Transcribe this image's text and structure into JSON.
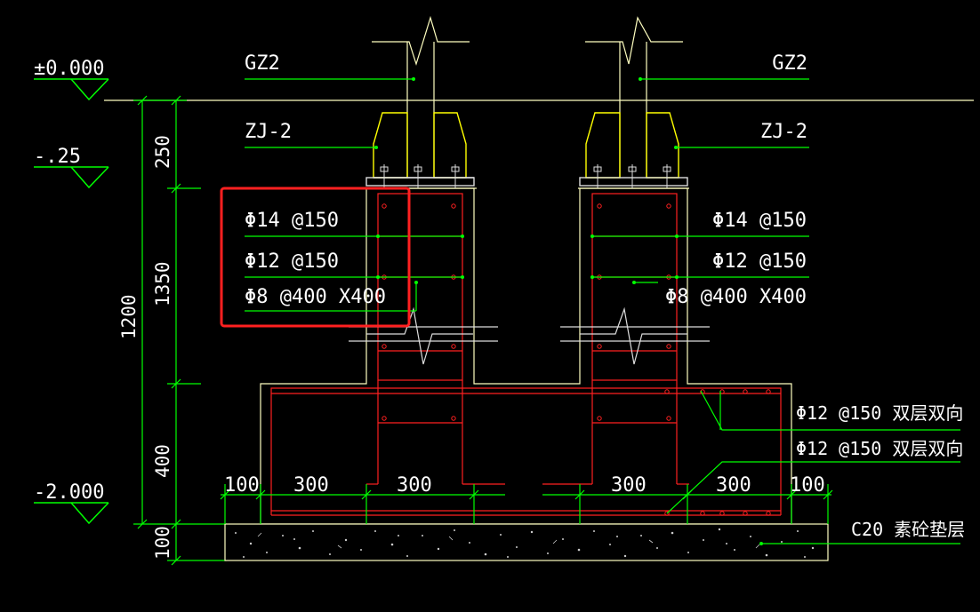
{
  "levels": {
    "top": "±0.000",
    "mid": "-.25",
    "bottom": "-2.000"
  },
  "members": {
    "column_left": "GZ2",
    "column_right": "GZ2",
    "joint_left": "ZJ-2",
    "joint_right": "ZJ-2"
  },
  "rebar_labels": {
    "left": [
      "Φ14 @150",
      "Φ12 @150",
      "Φ8 @400 X400"
    ],
    "right": [
      "Φ14 @150",
      "Φ12 @150",
      "Φ8 @400 X400"
    ],
    "base_top": "Φ12 @150 双层双向",
    "base_bottom": "Φ12 @150 双层双向",
    "cushion": "C20 素砼垫层"
  },
  "dimensions": {
    "vertical_total": "1200",
    "vertical_parts": [
      "250",
      "1350",
      "400",
      "100"
    ],
    "horizontal": [
      "100",
      "300",
      "300",
      "300",
      "300",
      "100"
    ]
  },
  "colors": {
    "background": "#000000",
    "outline": "#ffffc0",
    "leader": "#00ff00",
    "rebar": "#ff0000",
    "plate": "#ffff00",
    "highlight": "#ff2020",
    "text": "#ffffff"
  }
}
